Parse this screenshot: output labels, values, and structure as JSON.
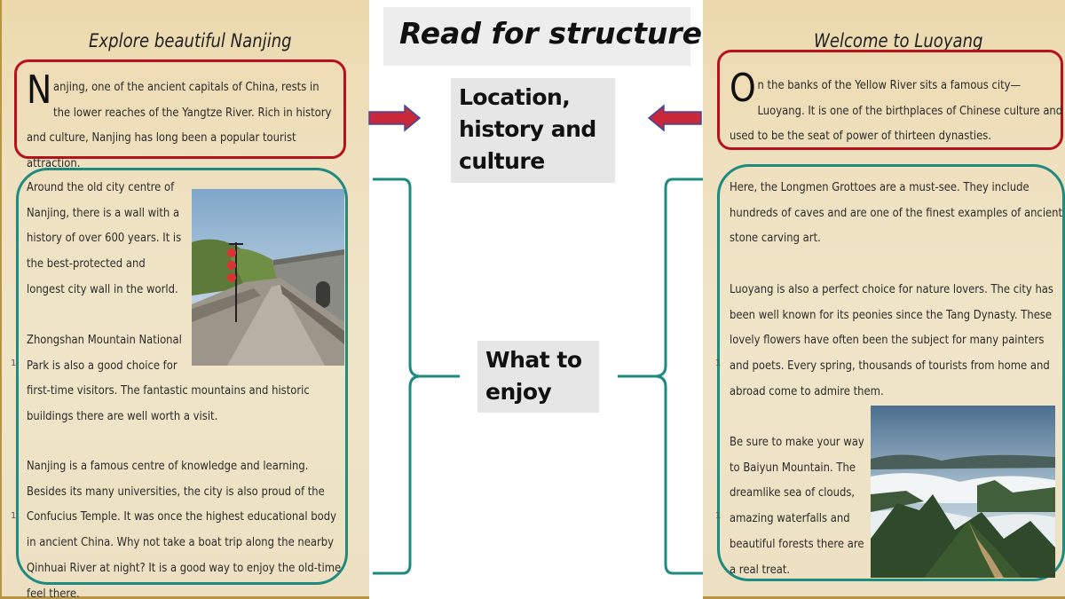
{
  "center": {
    "heading": "Read for structure",
    "label_top": [
      "Location,",
      "history and",
      "culture"
    ],
    "label_bottom": [
      "What to",
      "enjoy"
    ]
  },
  "left": {
    "title": "Explore beautiful Nanjing",
    "intro_dropcap": "N",
    "intro_rest": "anjing, one of the ancient capitals of China, rests in the lower reaches of the Yangtze River. Rich in history and culture, Nanjing has long been a popular tourist attraction.",
    "para1": "Around the old city centre of Nanjing, there is a wall with a history of over 600 years. It is the best-protected and longest city wall in the world.",
    "para2a": "Zhongshan Mountain National Park is also a good choice for",
    "para2b": "first-time visitors. The fantastic mountains and historic buildings there are well worth a visit.",
    "para3": "Nanjing is a famous centre of knowledge and learning. Besides its many universities, the city is also proud of the Confucius Temple. It was once the highest educational body in ancient China. Why not take a boat trip along the nearby Qinhuai River at night? It is a good way to enjoy the old-time feel there.",
    "line_numbers": [
      "1",
      "1"
    ],
    "photo_icon": "city-wall-photo"
  },
  "right": {
    "title": "Welcome to Luoyang",
    "intro_dropcap": "O",
    "intro_rest": "n the banks of the Yellow River sits a famous city—Luoyang. It is one of the birthplaces of Chinese culture and used to be the seat of power of thirteen dynasties.",
    "para1": "Here, the Longmen Grottoes are a must-see. They include hundreds of caves and are one of the finest examples of ancient stone carving art.",
    "para2": "Luoyang is also a perfect choice for nature lovers. The city has been well known for its peonies since the Tang Dynasty. These lovely flowers have often been the subject for many painters and poets. Every spring, thousands of tourists from home and abroad come to admire them.",
    "para3": "Be sure to make your way to Baiyun Mountain. The dreamlike sea of clouds, amazing waterfalls and beautiful forests there are a real treat.",
    "line_numbers": [
      "1",
      "1"
    ],
    "photo_icon": "mountain-clouds-photo"
  },
  "colors": {
    "red_border": "#b7111d",
    "teal_border": "#1f8a80",
    "arrow_fill": "#c8283a",
    "arrow_outline": "#3a4aa0",
    "panel_bg": "#efe1c0"
  }
}
